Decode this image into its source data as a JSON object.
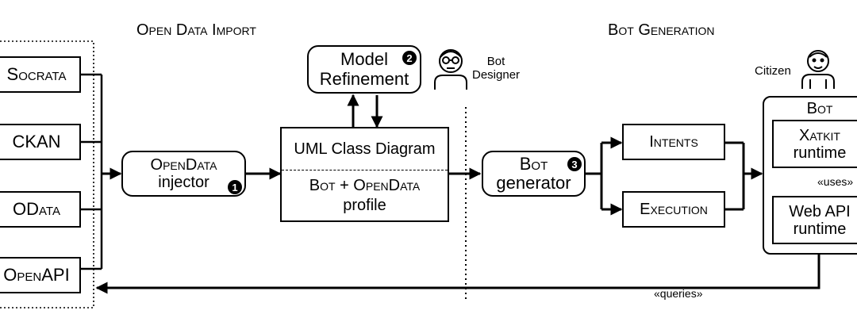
{
  "sections": {
    "import_title": "Open Data Import",
    "generation_title": "Bot Generation"
  },
  "sources": [
    "Socrata",
    "CKAN",
    "OData",
    "OpenAPI"
  ],
  "injector": {
    "line1": "OpenData",
    "line2": "injector",
    "step": "1"
  },
  "refinement": {
    "line1": "Model",
    "line2": "Refinement",
    "step": "2"
  },
  "bot_designer": {
    "line1": "Bot",
    "line2": "Designer",
    "icon": "user-glasses-icon"
  },
  "uml": {
    "top": "UML Class Diagram",
    "bottom_line1": "Bot + OpenData",
    "bottom_line2": "profile"
  },
  "generator": {
    "line1": "Bot",
    "line2": "generator",
    "step": "3"
  },
  "outputs": [
    "Intents",
    "Execution"
  ],
  "citizen": {
    "label": "Citizen",
    "icon": "user-icon"
  },
  "bot": {
    "title": "Bot",
    "xatkit_line1": "Xatkit",
    "xatkit_line2": "runtime",
    "uses_label": "«uses»",
    "webapi_line1": "Web API",
    "webapi_line2": "runtime"
  },
  "queries_label": "«queries»"
}
